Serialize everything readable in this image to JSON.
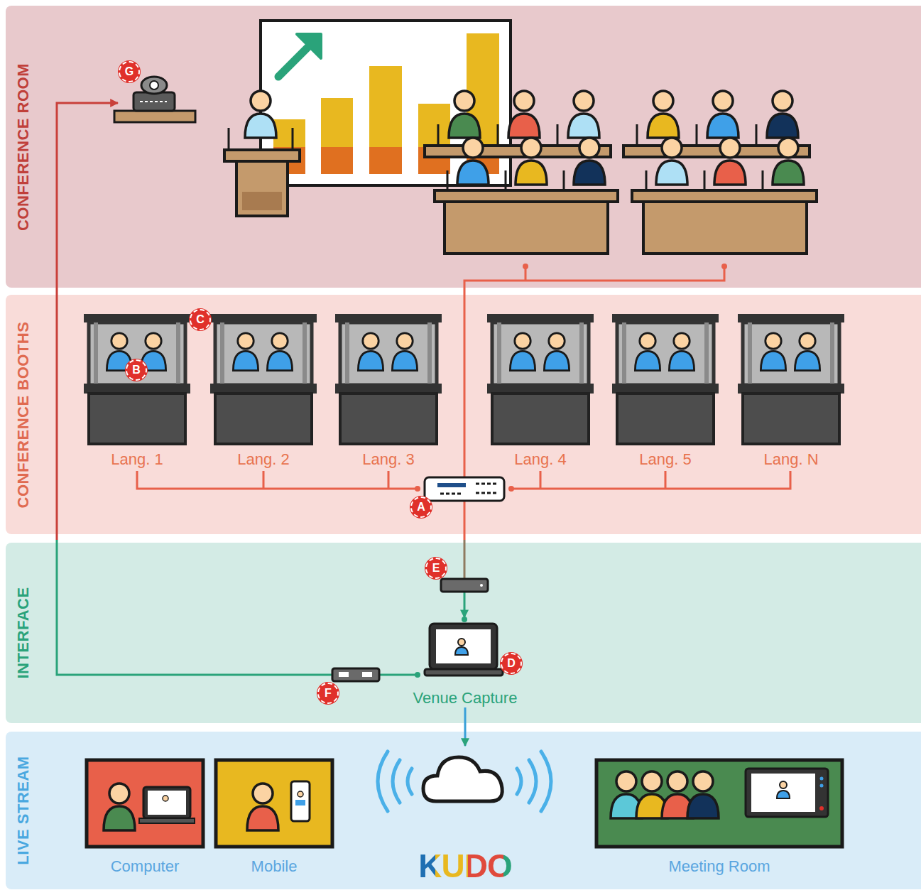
{
  "diagram": {
    "nodes": [
      {
        "text": [
          "CONFERENCE ROOM"
        ]
      },
      {
        "text": [
          "CONFERENCE BOOTHS"
        ]
      },
      {
        "text": [
          "INTERFACE"
        ]
      },
      {
        "text": [
          "LIVE STREAM"
        ]
      },
      {
        "text": [
          "Lang. 1"
        ],
        "in": 1
      },
      {
        "text": [
          "Lang. 2"
        ],
        "in": 1
      },
      {
        "text": [
          "Lang. 3"
        ],
        "in": 1
      },
      {
        "text": [
          "Lang. 4"
        ],
        "in": 1
      },
      {
        "text": [
          "Lang. 5"
        ],
        "in": 1
      },
      {
        "text": [
          "Lang. N"
        ],
        "in": 1
      },
      {
        "text": [
          "Venue Capture"
        ],
        "in": 2
      },
      {
        "text": [
          "Computer"
        ],
        "in": 3
      },
      {
        "text": [
          "Mobile"
        ],
        "in": 3
      },
      {
        "text": [
          "Meeting Room"
        ],
        "in": 3
      },
      {
        "text": [
          "KUDO"
        ],
        "in": 3
      }
    ],
    "edges": [
      {
        "from": 10,
        "to": 14,
        "arrow": "to"
      }
    ],
    "labels": [
      "G",
      "C",
      "B",
      "A",
      "E",
      "D",
      "F"
    ]
  }
}
